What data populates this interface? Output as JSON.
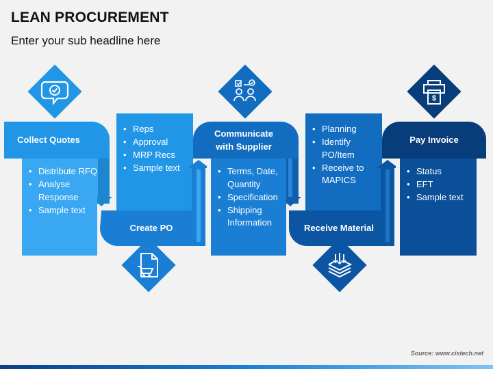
{
  "header": {
    "title": "LEAN PROCUREMENT",
    "subtitle": "Enter your sub headline here"
  },
  "steps": [
    {
      "label": "Collect Quotes",
      "items": [
        "Distribute RFQ",
        "Analyse Response",
        "Sample text"
      ],
      "icon": "chat-check-icon",
      "color": "#2196e6"
    },
    {
      "label": "Create PO",
      "items": [
        "Reps",
        "Approval",
        "MRP Recs",
        "Sample text"
      ],
      "icon": "document-cart-icon",
      "color": "#1a7fd4"
    },
    {
      "label": "Communicate with Supplier",
      "items": [
        "Terms, Date, Quantity",
        "Specification",
        "Shipping Information"
      ],
      "icon": "people-checklist-icon",
      "color": "#126cc0"
    },
    {
      "label": "Receive Material",
      "items": [
        "Planning",
        "Identify PO/Item",
        "Receive to MAPICS"
      ],
      "icon": "stack-download-icon",
      "color": "#0b55a3"
    },
    {
      "label": "Pay Invoice",
      "items": [
        "Status",
        "EFT",
        "Sample text"
      ],
      "icon": "printer-invoice-icon",
      "color": "#073d7a"
    }
  ],
  "footer": {
    "source": "Source: www.cistech.net"
  }
}
